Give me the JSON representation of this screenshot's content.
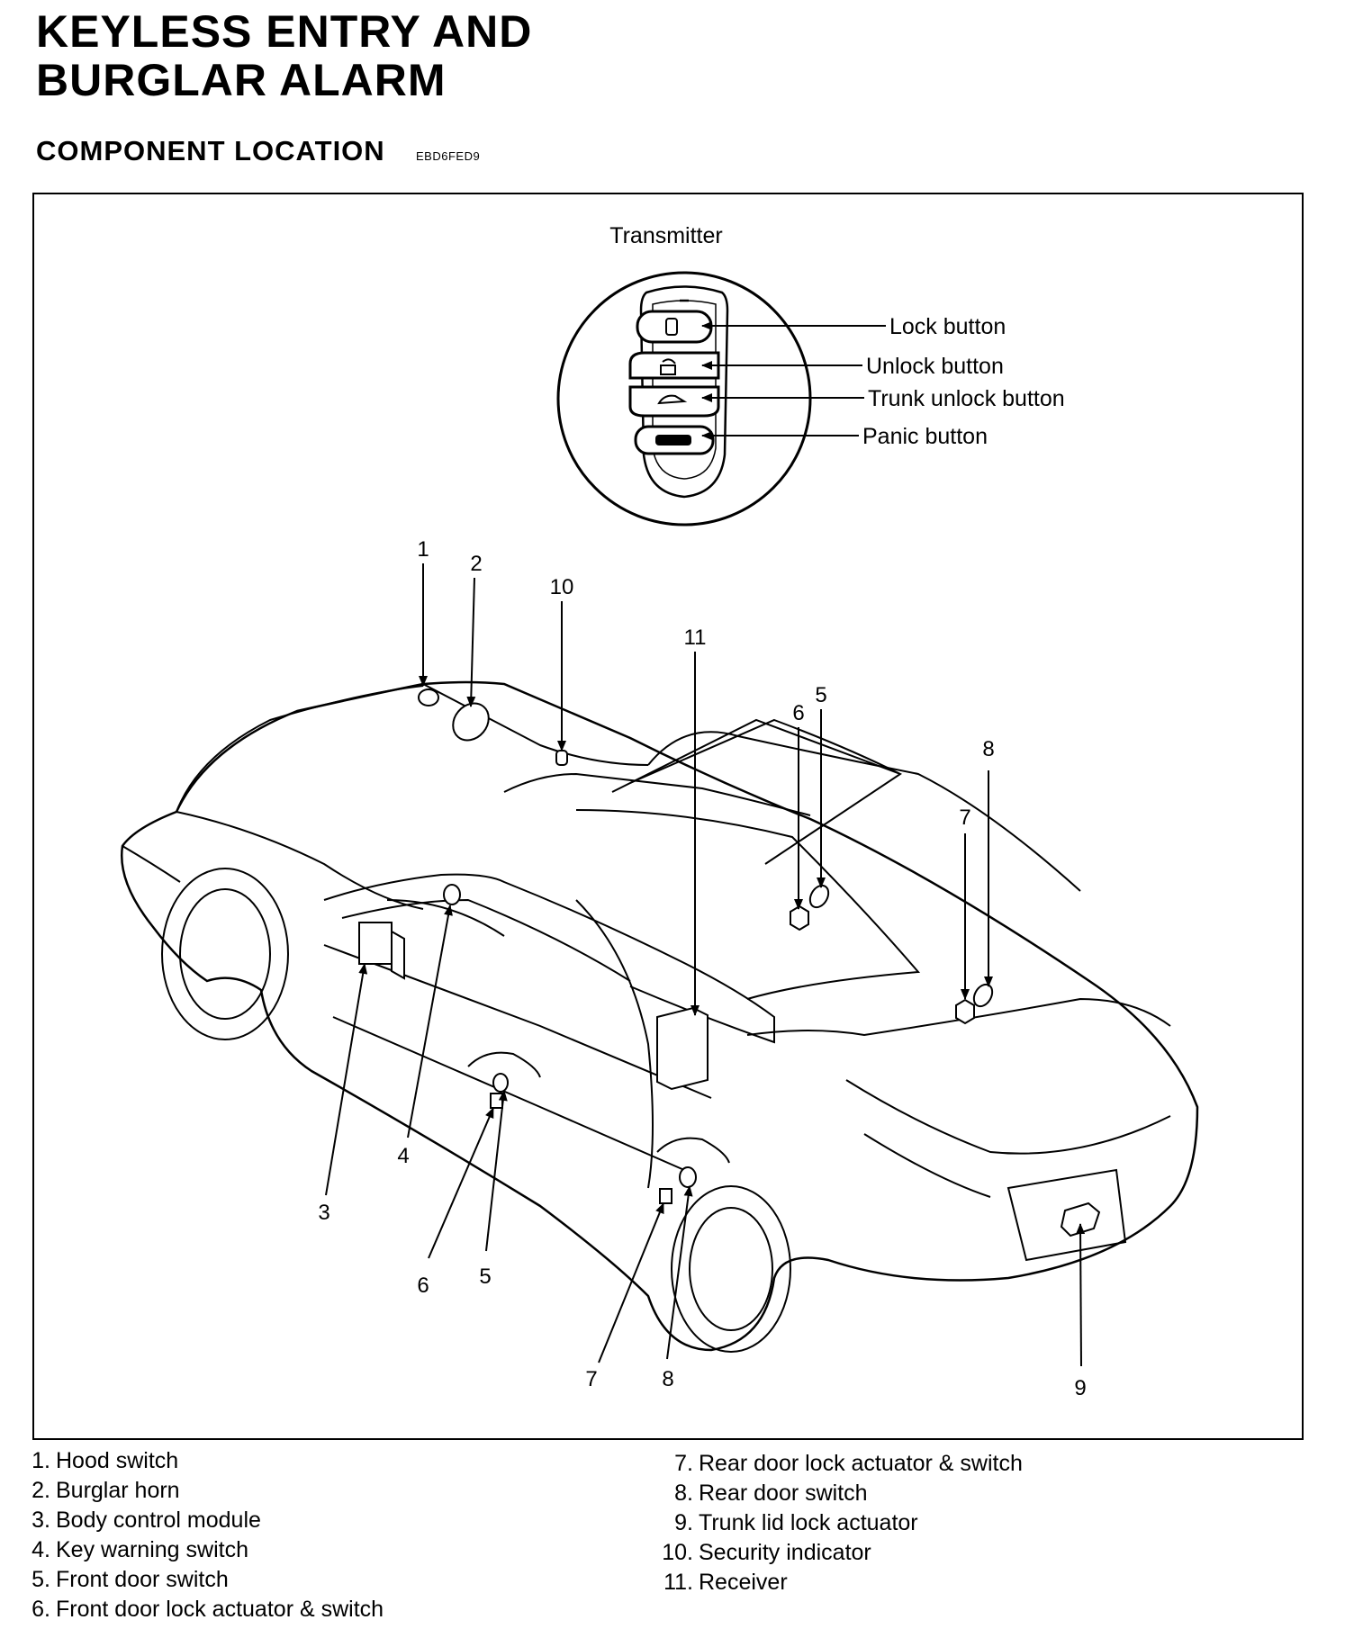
{
  "page": {
    "title_line1": "KEYLESS ENTRY AND",
    "title_line2": "BURGLAR ALARM",
    "section": "COMPONENT LOCATION",
    "code": "EBD6FED9"
  },
  "transmitter": {
    "title": "Transmitter",
    "buttons": [
      "Lock button",
      "Unlock button",
      "Trunk unlock button",
      "Panic button"
    ]
  },
  "callouts": [
    "1",
    "2",
    "10",
    "11",
    "5",
    "6",
    "8",
    "7",
    "3",
    "4",
    "6",
    "5",
    "7",
    "8",
    "9"
  ],
  "legend": {
    "left": [
      {
        "num": "1.",
        "label": "Hood switch"
      },
      {
        "num": "2.",
        "label": "Burglar horn"
      },
      {
        "num": "3.",
        "label": "Body control module"
      },
      {
        "num": "4.",
        "label": "Key warning switch"
      },
      {
        "num": "5.",
        "label": "Front door switch"
      },
      {
        "num": "6.",
        "label": "Front door lock actuator & switch"
      }
    ],
    "right": [
      {
        "num": "7.",
        "label": "Rear door lock actuator & switch"
      },
      {
        "num": "8.",
        "label": "Rear door switch"
      },
      {
        "num": "9.",
        "label": "Trunk lid lock actuator"
      },
      {
        "num": "10.",
        "label": "Security indicator"
      },
      {
        "num": "11.",
        "label": "Receiver"
      }
    ]
  }
}
